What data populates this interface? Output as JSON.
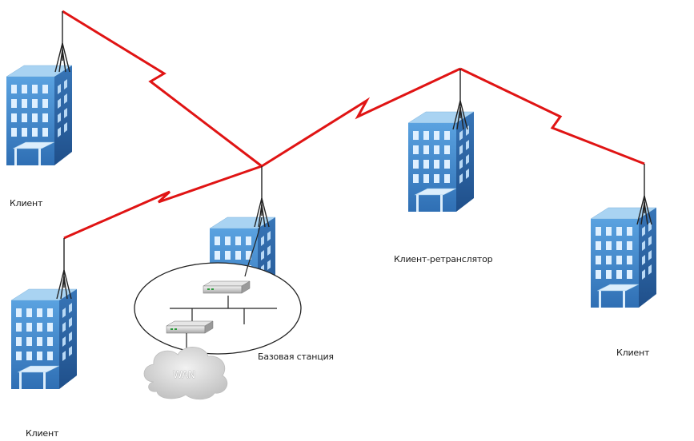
{
  "labels": {
    "client_top_left": "Клиент",
    "client_bottom_left": "Клиент",
    "client_right": "Клиент",
    "repeater": "Клиент-ретранслятор",
    "base_station": "Базовая станция",
    "wan": "WAN"
  },
  "colors": {
    "link": "#e01414",
    "mast": "#222222",
    "building_front": "#4a8fd0",
    "building_side": "#2c67a8",
    "building_roof": "#a9d3f2",
    "window": "#dff0ff",
    "cloud": "#dcdcdc"
  },
  "icons": [
    "building-icon",
    "antenna-icon",
    "router-icon",
    "cloud-icon",
    "lightning-link-icon"
  ]
}
